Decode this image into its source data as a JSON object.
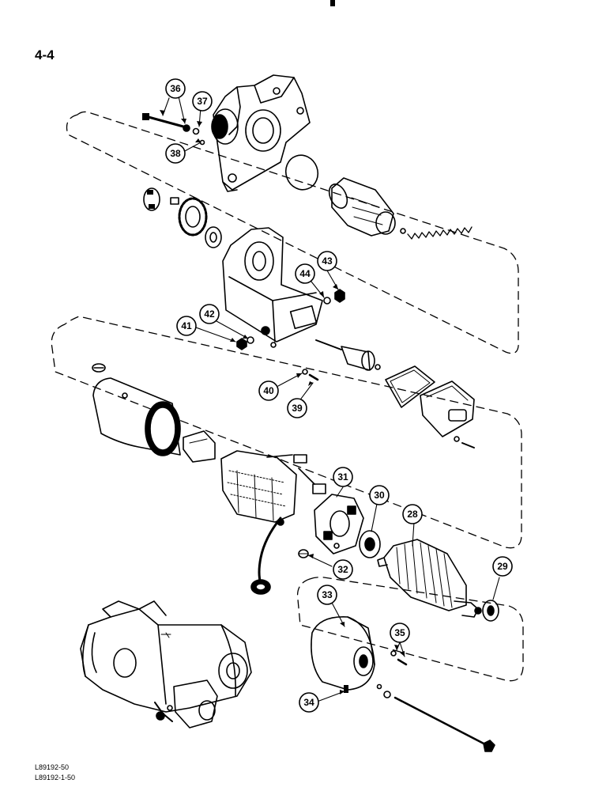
{
  "page": {
    "number": "4-4",
    "drawing_codes": [
      "L89192-50",
      "L89192-1-50"
    ]
  },
  "callouts": [
    {
      "id": "36",
      "label": "36"
    },
    {
      "id": "37",
      "label": "37"
    },
    {
      "id": "38",
      "label": "38"
    },
    {
      "id": "43",
      "label": "43"
    },
    {
      "id": "44",
      "label": "44"
    },
    {
      "id": "42",
      "label": "42"
    },
    {
      "id": "41",
      "label": "41"
    },
    {
      "id": "40",
      "label": "40"
    },
    {
      "id": "39",
      "label": "39"
    },
    {
      "id": "31",
      "label": "31"
    },
    {
      "id": "30",
      "label": "30"
    },
    {
      "id": "28",
      "label": "28"
    },
    {
      "id": "29",
      "label": "29"
    },
    {
      "id": "32",
      "label": "32"
    },
    {
      "id": "33",
      "label": "33"
    },
    {
      "id": "35",
      "label": "35"
    },
    {
      "id": "34",
      "label": "34"
    }
  ],
  "colors": {
    "ink": "#000000",
    "paper": "#ffffff"
  }
}
